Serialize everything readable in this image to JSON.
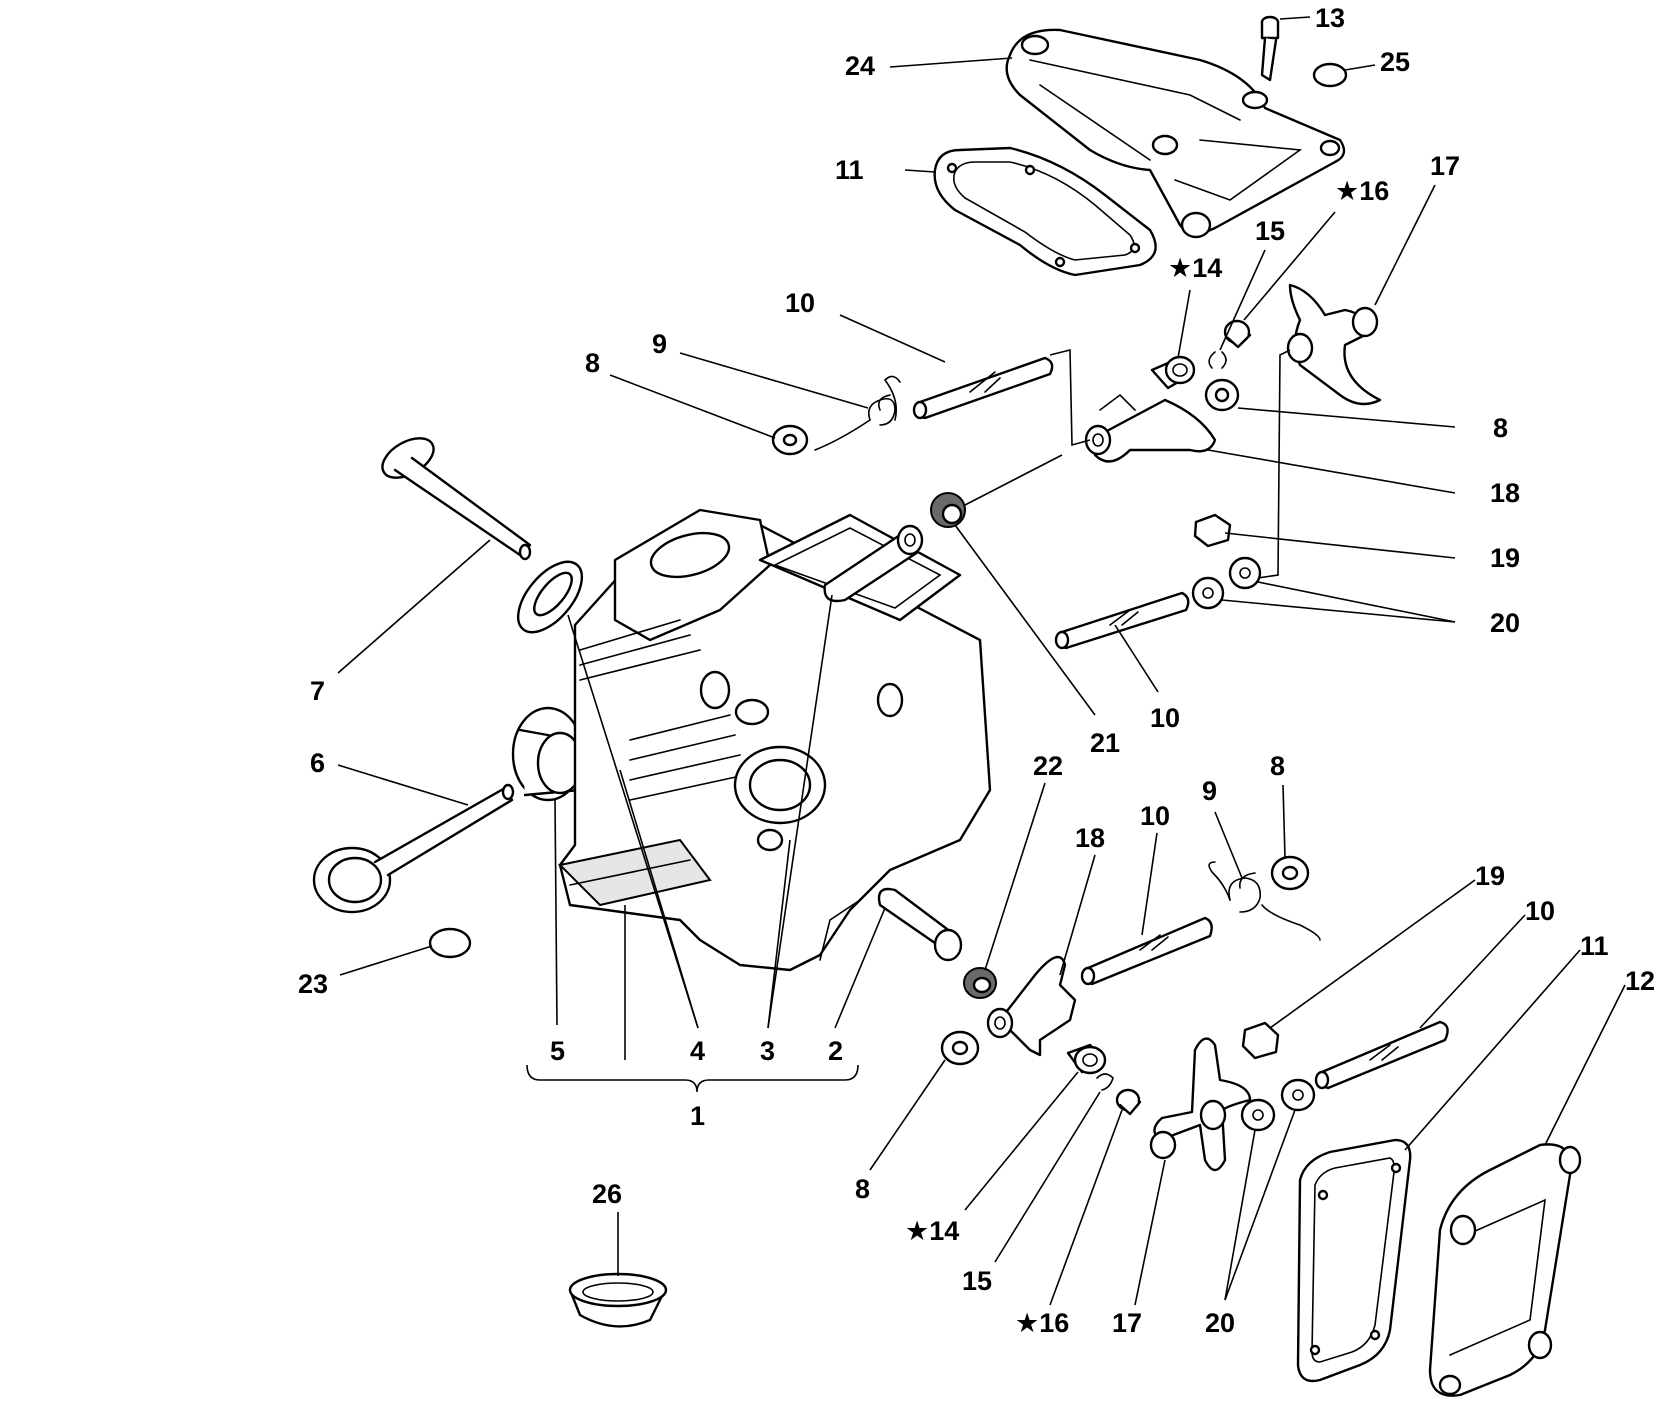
{
  "callouts": {
    "c1": "1",
    "c2": "2",
    "c3": "3",
    "c4": "4",
    "c5": "5",
    "c6": "6",
    "c7": "7",
    "c8a": "8",
    "c8b": "8",
    "c8c": "8",
    "c8d": "8",
    "c9a": "9",
    "c9b": "9",
    "c10a": "10",
    "c10b": "10",
    "c10c": "10",
    "c10d": "10",
    "c11a": "11",
    "c11b": "11",
    "c12": "12",
    "c13": "13",
    "c14a": "★14",
    "c14b": "★14",
    "c15a": "15",
    "c15b": "15",
    "c16a": "★16",
    "c16b": "★16",
    "c17a": "17",
    "c17b": "17",
    "c18a": "18",
    "c18b": "18",
    "c19a": "19",
    "c19b": "19",
    "c20a": "20",
    "c20b": "20",
    "c21": "21",
    "c22": "22",
    "c23": "23",
    "c24": "24",
    "c25": "25",
    "c26": "26"
  }
}
